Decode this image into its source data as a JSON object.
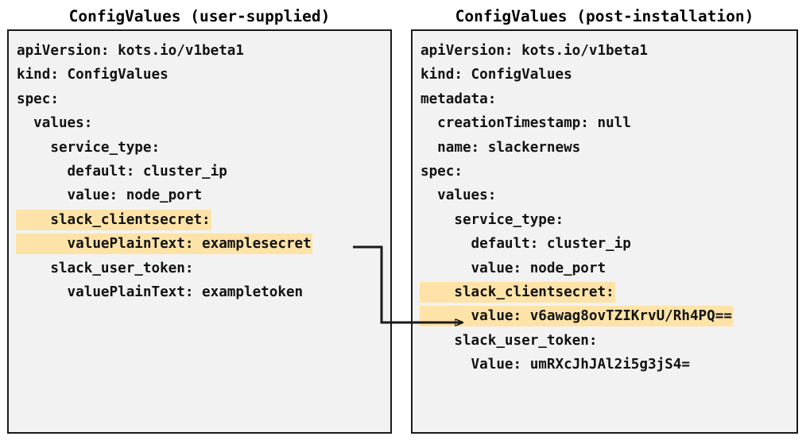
{
  "panels": {
    "left": {
      "title": "ConfigValues (user-supplied)",
      "lines": [
        {
          "text": "apiVersion: kots.io/v1beta1",
          "highlight": false
        },
        {
          "text": "kind: ConfigValues",
          "highlight": false
        },
        {
          "text": "spec:",
          "highlight": false
        },
        {
          "text": "  values:",
          "highlight": false
        },
        {
          "text": "    service_type:",
          "highlight": false
        },
        {
          "text": "      default: cluster_ip",
          "highlight": false
        },
        {
          "text": "      value: node_port",
          "highlight": false
        },
        {
          "text": "    slack_clientsecret:",
          "highlight": true
        },
        {
          "text": "      valuePlainText: examplesecret",
          "highlight": true
        },
        {
          "text": "    slack_user_token:",
          "highlight": false
        },
        {
          "text": "      valuePlainText: exampletoken",
          "highlight": false
        }
      ]
    },
    "right": {
      "title": "ConfigValues (post-installation)",
      "lines": [
        {
          "text": "apiVersion: kots.io/v1beta1",
          "highlight": false
        },
        {
          "text": "kind: ConfigValues",
          "highlight": false
        },
        {
          "text": "metadata:",
          "highlight": false
        },
        {
          "text": "  creationTimestamp: null",
          "highlight": false
        },
        {
          "text": "  name: slackernews",
          "highlight": false
        },
        {
          "text": "spec:",
          "highlight": false
        },
        {
          "text": "  values:",
          "highlight": false
        },
        {
          "text": "    service_type:",
          "highlight": false
        },
        {
          "text": "      default: cluster_ip",
          "highlight": false
        },
        {
          "text": "      value: node_port",
          "highlight": false
        },
        {
          "text": "    slack_clientsecret:",
          "highlight": true
        },
        {
          "text": "      value: v6awag8ovTZIKrvU/Rh4PQ==",
          "highlight": true
        },
        {
          "text": "    slack_user_token:",
          "highlight": false
        },
        {
          "text": "      Value: umRXcJhJAl2i5g3jS4=",
          "highlight": false
        }
      ]
    }
  },
  "connector": {
    "label": "",
    "from": "left.slack_clientsecret.valuePlainText",
    "to": "right.slack_clientsecret.value"
  },
  "colors": {
    "highlight": "#fde3a7",
    "panel_background": "#f2f2f2",
    "panel_border": "#1a1a1a",
    "text": "#121212",
    "connector": "#1a1a1a"
  }
}
